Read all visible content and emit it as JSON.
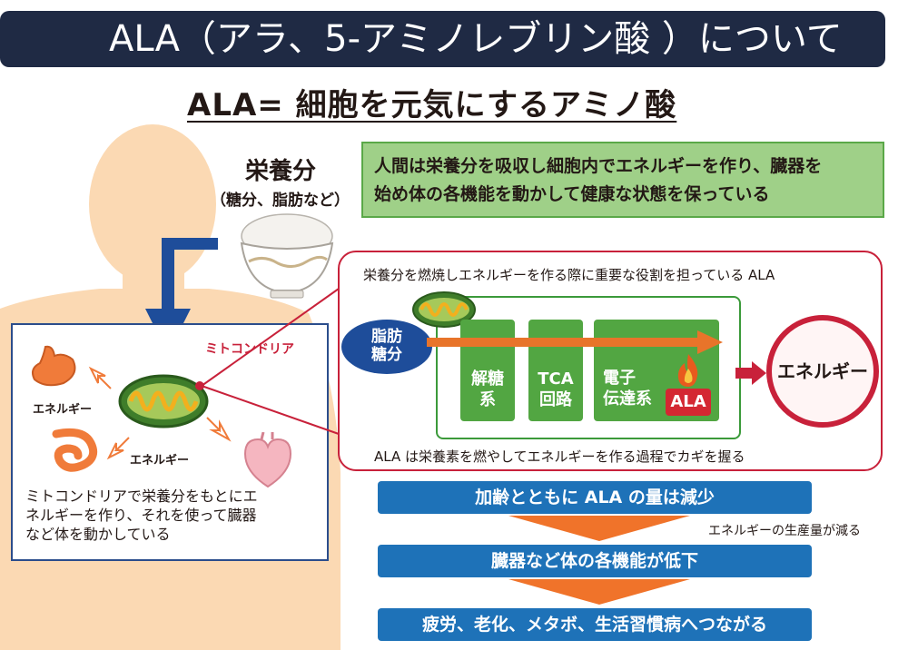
{
  "title": "ALA（アラ、5-アミノレブリン酸 ）について",
  "subtitle": "ALA= 細胞を元気にするアミノ酸",
  "nutrients": {
    "title": "栄養分",
    "subtitle": "（糖分、脂肪など）"
  },
  "human_text": {
    "line1": "人間は栄養分を吸収し細胞内でエネルギーを作り、臓器を",
    "line2": "始め体の各機能を動かして健康な状態を保っている"
  },
  "ala_process": {
    "top_label": "栄養分を燃焼しエネルギーを作る際に重要な役割を担っている ALA",
    "input": {
      "line1": "脂肪",
      "line2": "糖分"
    },
    "stages": [
      {
        "line1": "解糖",
        "line2": "系"
      },
      {
        "line1": "TCA",
        "line2": "回路"
      },
      {
        "line1": "電子",
        "line2": "伝達系"
      }
    ],
    "ala_badge": "ALA",
    "output": "エネルギー",
    "bottom_label": "ALA は栄養素を燃やしてエネルギーを作る過程でカギを握る"
  },
  "mitochondria_panel": {
    "label": "ミトコンドリア",
    "energy_1": "エネルギー",
    "energy_2": "エネルギー",
    "desc_line1": "ミトコンドリアで栄養分をもとにエ",
    "desc_line2": "ネルギーを作り、それを使って臓器",
    "desc_line3": "など体を動かしている"
  },
  "flow": {
    "step1": "加齢とともに ALA の量は減少",
    "note": "エネルギーの生産量が減る",
    "step2": "臓器など体の各機能が低下",
    "step3": "疲労、老化、メタボ、生活習慣病へつながる"
  },
  "colors": {
    "title_bg": "#1f2a44",
    "human_silhouette": "#fbd9b3",
    "green_box": "#52a642",
    "info_green": "#9fd088",
    "red_accent": "#c8213a",
    "blue_bar": "#1e72b8",
    "down_arrow": "#1e4d9a"
  }
}
